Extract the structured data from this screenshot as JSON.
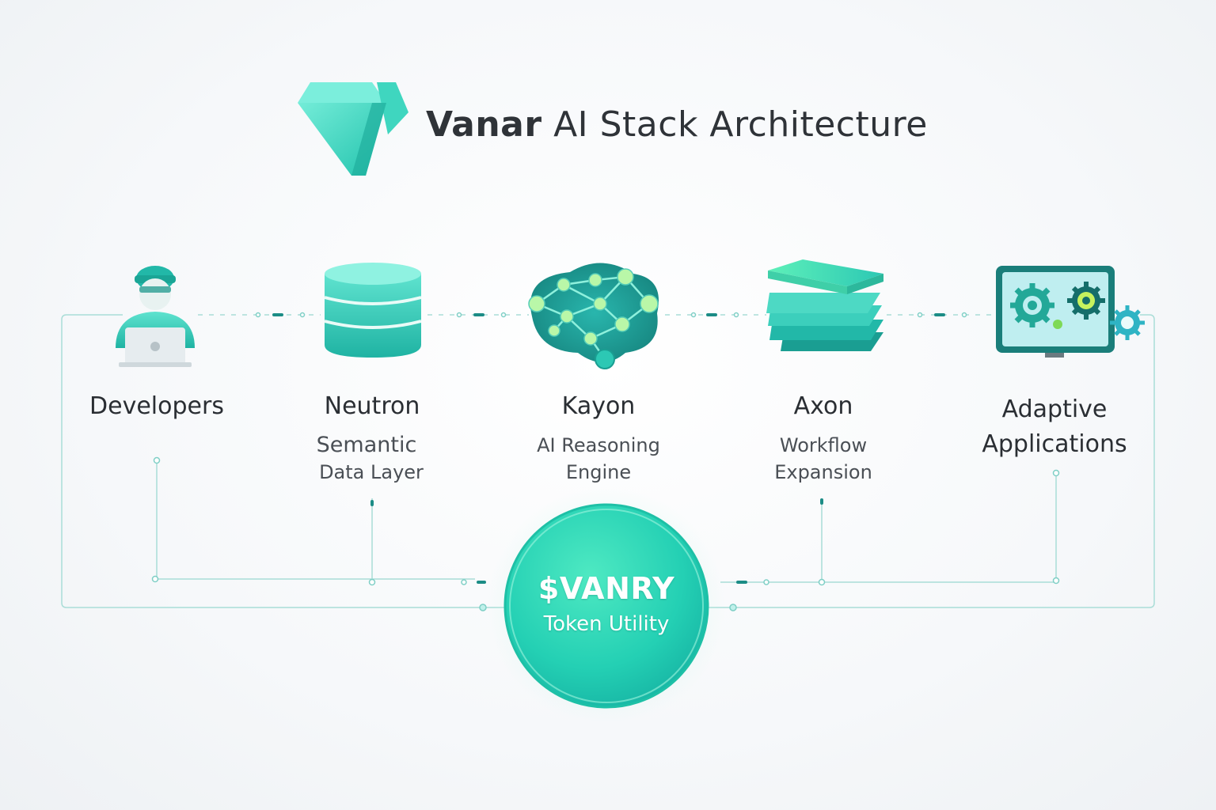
{
  "header": {
    "brand": "Vanar",
    "title_rest": "AI Stack Architecture"
  },
  "nodes": [
    {
      "name": "Developers",
      "icon": "developer-laptop-icon"
    },
    {
      "name": "Neutron",
      "subtitle_lines": [
        "Semantic",
        "Data Layer"
      ],
      "icon": "database-icon"
    },
    {
      "name": "Kayon",
      "subtitle_lines": [
        "AI Reasoning",
        "Engine"
      ],
      "icon": "neural-network-icon"
    },
    {
      "name": "Axon",
      "subtitle_lines": [
        "Workflow",
        "Expansion"
      ],
      "icon": "layers-icon"
    },
    {
      "name_lines": [
        "Adaptive",
        "Applications"
      ],
      "icon": "monitor-gears-icon"
    }
  ],
  "token": {
    "symbol": "$VANRY",
    "label": "Token Utility"
  },
  "colors": {
    "teal": "#2cc8b4",
    "teal_dark": "#1a9e92",
    "mint": "#5ee8c0",
    "line": "#9fd9d3",
    "text": "#2f3338"
  }
}
